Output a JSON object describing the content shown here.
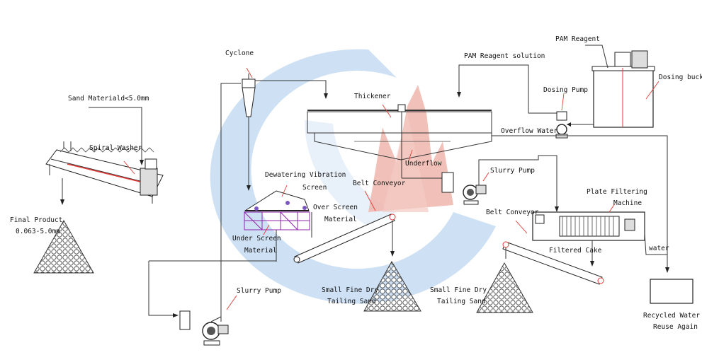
{
  "colors": {
    "logo_blue": "#b8d4ef",
    "logo_red": "#e9a6a0",
    "accent_red": "#e53935",
    "line": "#333333",
    "frame": "#8e24aa"
  },
  "labels": {
    "sand_material": "Sand Materiald<5.0mm",
    "spiral_washer": "Spiral Washer",
    "final_product_1": "Final Product",
    "final_product_2": "0.063-5.0mm",
    "cyclone": "Cyclone",
    "dewatering_1": "Dewatering Vibration",
    "dewatering_2": "Screen",
    "over_screen_1": "Over Screen",
    "over_screen_2": "Material",
    "under_screen_1": "Under Screen",
    "under_screen_2": "Material",
    "slurry_pump_left": "Slurry Pump",
    "thickener": "Thickener",
    "underflow": "Underflow",
    "belt_conveyor_1": "Belt Conveyor",
    "belt_conveyor_2": "Belt Conveyor",
    "small_fine_dry_1a": "Small Fine Dry",
    "small_fine_dry_1b": "Tailing Sand",
    "small_fine_dry_2a": "Small Fine Dry",
    "small_fine_dry_2b": "Tailing Sand",
    "pam_reagent_solution": "PAM Reagent solution",
    "pam_reagent": "PAM Reagent",
    "dosing_bucket": "Dosing bucket",
    "dosing_pump": "Dosing Pump",
    "overflow_water": "Overflow Water",
    "slurry_pump_right": "Slurry Pump",
    "plate_filtering_1": "Plate Filtering",
    "plate_filtering_2": "Machine",
    "filtered_cake": "Filtered Cake",
    "water": "water",
    "recycled_1": "Recycled Water to",
    "recycled_2": "Reuse Again"
  },
  "icons": [
    "spiral-washer-icon",
    "cyclone-icon",
    "vibration-screen-icon",
    "thickener-icon",
    "slurry-pump-icon",
    "belt-conveyor-icon",
    "plate-filter-press-icon",
    "dosing-bucket-icon",
    "dosing-pump-icon",
    "sand-pile-icon",
    "water-tank-icon"
  ]
}
